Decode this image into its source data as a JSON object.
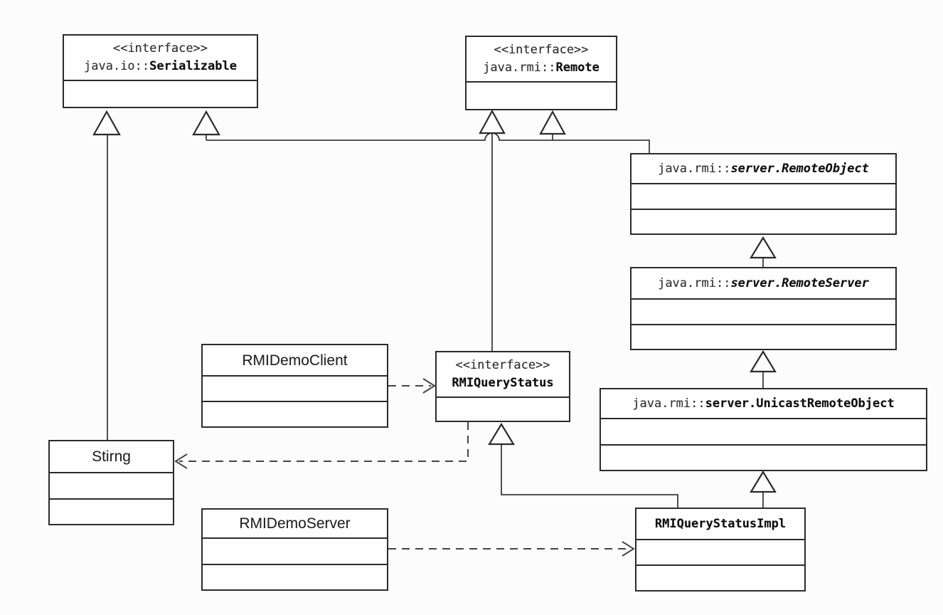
{
  "diagram": {
    "kind": "uml-class-diagram",
    "classes": {
      "serializable": {
        "stereotype": "<<interface>>",
        "package": "java.io::",
        "name": "Serializable"
      },
      "remote": {
        "stereotype": "<<interface>>",
        "package": "java.rmi::",
        "name": "Remote"
      },
      "remote_object": {
        "package": "java.rmi::",
        "name": "server.RemoteObject"
      },
      "remote_server": {
        "package": "java.rmi::",
        "name": "server.RemoteServer"
      },
      "unicast_remote_object": {
        "package": "java.rmi::",
        "name": "server.UnicastRemoteObject"
      },
      "rmi_query_status": {
        "stereotype": "<<interface>>",
        "name": "RMIQueryStatus"
      },
      "rmi_demo_client": {
        "name": "RMIDemoClient"
      },
      "stirng": {
        "name": "Stirng"
      },
      "rmi_demo_server": {
        "name": "RMIDemoServer"
      },
      "rmi_query_status_impl": {
        "name": "RMIQueryStatusImpl"
      }
    },
    "relationships": [
      {
        "type": "generalization",
        "from": "Stirng",
        "to": "java.io::Serializable"
      },
      {
        "type": "generalization",
        "from": "java.rmi::server.RemoteObject",
        "to": "java.io::Serializable"
      },
      {
        "type": "generalization",
        "from": "java.rmi::server.RemoteObject",
        "to": "java.rmi::Remote"
      },
      {
        "type": "generalization",
        "from": "RMIQueryStatus",
        "to": "java.rmi::Remote"
      },
      {
        "type": "generalization",
        "from": "java.rmi::server.RemoteServer",
        "to": "java.rmi::server.RemoteObject"
      },
      {
        "type": "generalization",
        "from": "java.rmi::server.UnicastRemoteObject",
        "to": "java.rmi::server.RemoteServer"
      },
      {
        "type": "generalization",
        "from": "RMIQueryStatusImpl",
        "to": "java.rmi::server.UnicastRemoteObject"
      },
      {
        "type": "generalization",
        "from": "RMIQueryStatusImpl",
        "to": "RMIQueryStatus"
      },
      {
        "type": "dependency",
        "from": "RMIDemoClient",
        "to": "RMIQueryStatus"
      },
      {
        "type": "dependency",
        "from": "RMIQueryStatus",
        "to": "Stirng"
      },
      {
        "type": "dependency",
        "from": "RMIDemoServer",
        "to": "RMIQueryStatusImpl"
      }
    ],
    "colors": {
      "background": "#fcfcfc",
      "box_border": "#2b2b2b",
      "line": "#3c3c3c",
      "text": "#1c1c1c"
    }
  }
}
